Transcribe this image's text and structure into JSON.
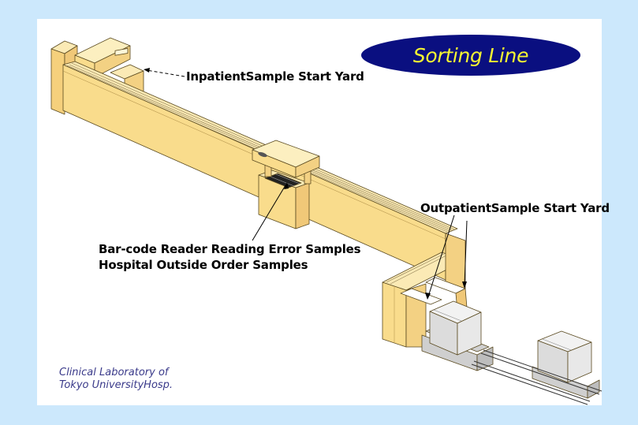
{
  "title": "Sorting Line",
  "labels": {
    "inpatient": "InpatientSample Start Yard",
    "outpatient": "OutpatientSample Start Yard",
    "barcode_error": "Bar-code Reader Reading Error Samples",
    "outside_order": "Hospital Outside Order Samples"
  },
  "credit": {
    "line1": "Clinical Laboratory of",
    "line2": "Tokyo UniversityHosp."
  },
  "colors": {
    "background": "#cce8fc",
    "panel": "#ffffff",
    "title_oval": "#0a0f80",
    "title_text": "#f6f632",
    "conveyor": "#f9dc8c",
    "conveyor_light": "#fbeab5",
    "conveyor_dark": "#e7c36f",
    "cart": "#d8d8d8",
    "credit_text": "#3a3a8a"
  }
}
